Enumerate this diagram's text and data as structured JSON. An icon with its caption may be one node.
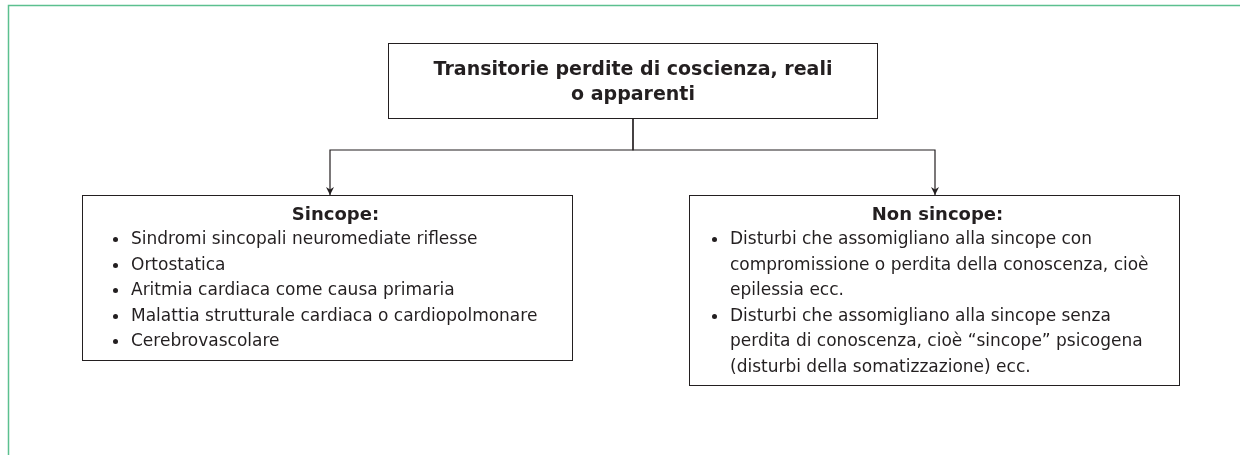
{
  "diagram": {
    "nodes": [
      {
        "text": [
          "Transitorie perdite di coscienza, reali o apparenti"
        ]
      },
      {
        "text": [
          "Sincope:",
          "Sindromi sincopali neuromediate riflesse",
          "Ortostatica",
          "Aritmia cardiaca come causa primaria",
          "Malattia strutturale cardiaca o cardiopolmonare",
          "Cerebrovascolare"
        ]
      },
      {
        "text": [
          "Non sincope:",
          "Disturbi che assomigliano alla sincope con compromissione o perdita della conoscenza, cioè epilessia ecc.",
          "Disturbi che assomigliano alla sincope senza perdita di conoscenza, cioè “sincope” psicogena (disturbi della somatizzazione) ecc."
        ]
      }
    ],
    "edges": [
      {
        "from": 0,
        "to": 1,
        "arrow": "to"
      },
      {
        "from": 0,
        "to": 2,
        "arrow": "to"
      }
    ]
  }
}
